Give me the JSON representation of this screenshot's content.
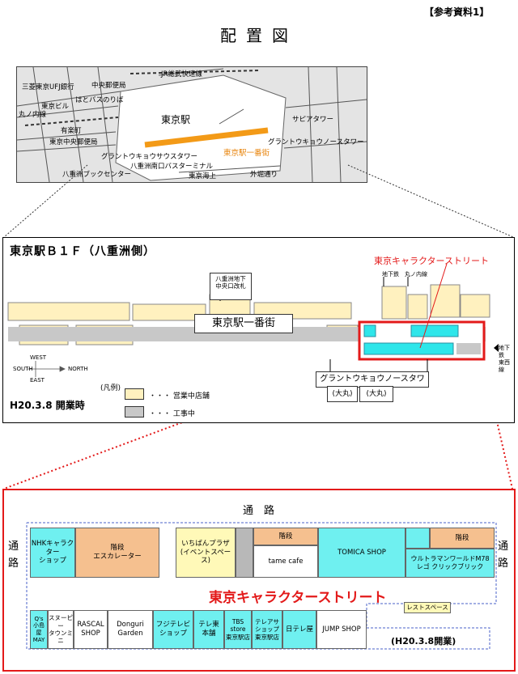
{
  "header": {
    "reference": "【参考資料1】",
    "title": "配置図"
  },
  "map": {
    "labels": {
      "jr": "JR総武快速線",
      "ufj": "三菱東京UFJ銀行",
      "post": "中央郵便局",
      "hato": "はとバスのりば",
      "tokyobldg": "東京ビル",
      "marunouchi": "丸ノ内線",
      "station": "東京駅",
      "sapia": "サピアタワー",
      "naka": "東京中央郵便局",
      "granto_s": "グラントウキョウサウスタワー",
      "granto_n": "グラントウキョウノースタワー",
      "ichiban": "東京駅一番街",
      "yaesu_bus": "八重洲南口バスターミナル",
      "yaesu_book": "八重洲ブックセンター",
      "sotobori": "外堀通り",
      "yurakucho": "有楽町",
      "tokyo_jikei": "東京海上"
    }
  },
  "floor": {
    "title": "東京駅Ｂ１Ｆ（八重洲側）",
    "street_label": "東京キャラクターストリート",
    "ichibangai": "東京駅一番街",
    "yaesu_gate": "八重洲地下\n中央口改札",
    "subway_top": "地下鉄　丸ノ内線",
    "subway_right": "地下鉄\n東西線",
    "north_tower": "グラントウキョウノースタワー",
    "daimaru1": "(大丸)",
    "daimaru2": "(大丸)",
    "compass_west": "WEST",
    "compass_south": "SOUTH",
    "compass_north": "NORTH",
    "compass_east": "EAST",
    "legend_title": "(凡例)",
    "legend_open": "・・・ 営業中店舗",
    "legend_work": "・・・ 工事中",
    "opening": "H20.3.8 開業時"
  },
  "detail": {
    "corridor_top": "通　路",
    "corridor_left": "通路",
    "corridor_right": "通路",
    "street_name": "東京キャラクターストリート",
    "opening": "(H20.3.8開業)",
    "rest_space": "レストスペース",
    "top_shops": [
      {
        "label": "NHKキャラクター\nショップ"
      },
      {
        "label": "階段\nエスカレーター"
      },
      {
        "label": "いちばんプラザ\n(イベントスペース)"
      },
      {
        "label": "階段"
      },
      {
        "label": "tame cafe"
      },
      {
        "label": "TOMICA SHOP"
      },
      {
        "label": "階段"
      },
      {
        "label": "ウルトラマンワールドM78\nレゴ クリックブリック"
      }
    ],
    "bottom_shops": [
      {
        "label": "Q's\n小島屋\nMAY"
      },
      {
        "label": "スヌーピー\nタウンミニ"
      },
      {
        "label": "RASCAL\nSHOP"
      },
      {
        "label": "Donguri\nGarden"
      },
      {
        "label": "フジテレビ\nショップ"
      },
      {
        "label": "テレ東\n本舗"
      },
      {
        "label": "TBS\nstore\n東京駅店"
      },
      {
        "label": "テレアサ\nショップ\n東京駅店"
      },
      {
        "label": "日テレ屋"
      },
      {
        "label": "JUMP SHOP"
      }
    ]
  }
}
